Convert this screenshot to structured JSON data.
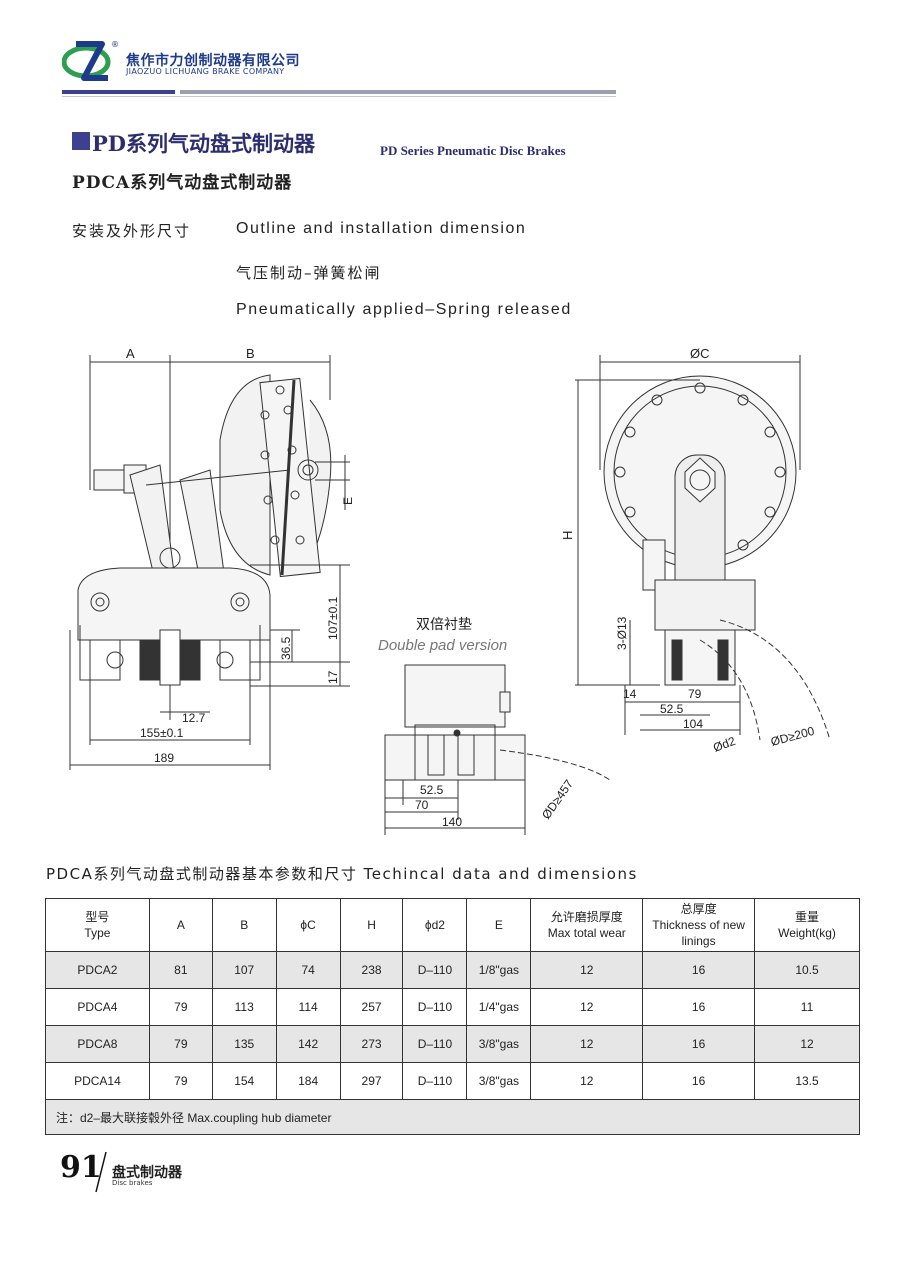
{
  "header": {
    "company_cn": "焦作市力创制动器有限公司",
    "company_en": "JIAOZUO LICHUANG BRAKE COMPANY",
    "registered_mark": "®",
    "logo_icon": "lichuang-logo",
    "brand_colors": {
      "primary": "#1e3a8a",
      "accent": "#2e9e4f",
      "bar": "#3d3f8f"
    }
  },
  "title": {
    "series_cn": "PD系列气动盘式制动器",
    "series_en": "PD Series Pneumatic Disc Brakes",
    "subtitle_cn": "PDCA系列气动盘式制动器"
  },
  "outline": {
    "label_cn": "安装及外形尺寸",
    "label_en": "Outline and installation dimension",
    "mode_cn": "气压制动–弹簧松闸",
    "mode_en": "Pneumatically applied–Spring released"
  },
  "drawing": {
    "dims": {
      "A": "A",
      "B": "B",
      "E": "E",
      "C": "ØC",
      "H": "H",
      "d107": "107±0.1",
      "d36_5": "36.5",
      "d17": "17",
      "d12_7": "12.7",
      "d155": "155±0.1",
      "d189": "189",
      "d3_13": "3-Ø13",
      "d14": "14",
      "d79": "79",
      "d52_5": "52.5",
      "d104": "104",
      "d2": "Ød2",
      "D200": "ØD≥200",
      "dp52_5": "52.5",
      "dp70": "70",
      "dp140": "140",
      "D457": "ØD≥457"
    },
    "double_pad_cn": "双倍衬垫",
    "double_pad_en": "Double pad version"
  },
  "table": {
    "title": "PDCA系列气动盘式制动器基本参数和尺寸  Techincal data and dimensions",
    "headers": [
      [
        "型号",
        "Type"
      ],
      [
        "A"
      ],
      [
        "B"
      ],
      [
        "ϕC"
      ],
      [
        "H"
      ],
      [
        "ϕd2"
      ],
      [
        "E"
      ],
      [
        "允许磨损厚度",
        "Max total wear"
      ],
      [
        "总厚度",
        "Thickness of new",
        "linings"
      ],
      [
        "重量",
        "Weight(kg)"
      ]
    ],
    "rows": [
      [
        "PDCA2",
        "81",
        "107",
        "74",
        "238",
        "D–110",
        "1/8\"gas",
        "12",
        "16",
        "10.5"
      ],
      [
        "PDCA4",
        "79",
        "113",
        "114",
        "257",
        "D–110",
        "1/4\"gas",
        "12",
        "16",
        "11"
      ],
      [
        "PDCA8",
        "79",
        "135",
        "142",
        "273",
        "D–110",
        "3/8\"gas",
        "12",
        "16",
        "12"
      ],
      [
        "PDCA14",
        "79",
        "154",
        "184",
        "297",
        "D–110",
        "3/8\"gas",
        "12",
        "16",
        "13.5"
      ]
    ],
    "note": "注：d2–最大联接毂外径  Max.coupling hub diameter"
  },
  "footer": {
    "page_number": "91",
    "section_cn": "盘式制动器",
    "section_en": "Disc brakes"
  }
}
